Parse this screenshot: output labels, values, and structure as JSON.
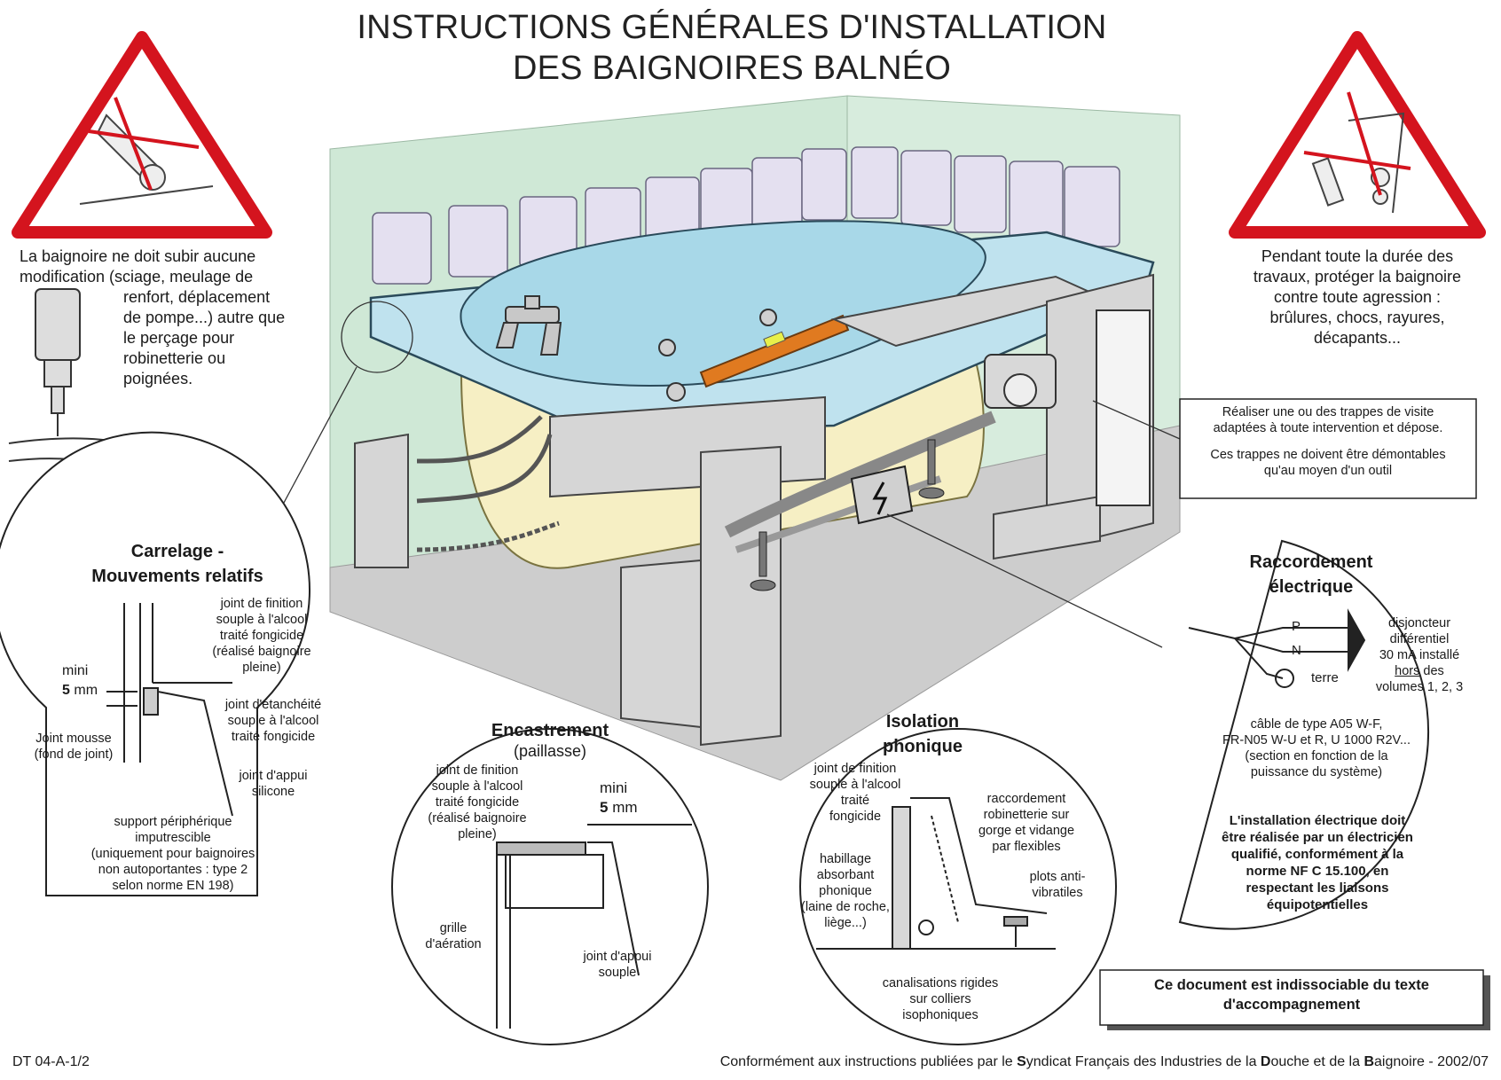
{
  "title": {
    "line1": "INSTRUCTIONS GÉNÉRALES D'INSTALLATION",
    "line2": "DES BAIGNOIRES BALNÉO"
  },
  "warning_left": {
    "line1": "La baignoire ne doit subir aucune",
    "line2": "modification (sciage, meulage de",
    "line3": "renfort, déplacement",
    "line4": "de pompe...) autre que",
    "line5": "le perçage pour",
    "line6": "robinetterie ou",
    "line7": "poignées."
  },
  "warning_right": {
    "line1": "Pendant toute la durée des",
    "line2": "travaux, protéger la baignoire",
    "line3": "contre toute agression :",
    "line4": "brûlures, chocs, rayures,",
    "line5": "décapants..."
  },
  "trappes_box": {
    "line1": "Réaliser une ou des trappes de visite",
    "line2": "adaptées à toute intervention et dépose.",
    "line3": "Ces trappes ne doivent être démontables",
    "line4": "qu'au moyen d'un outil"
  },
  "carrelage": {
    "title1": "Carrelage -",
    "title2": "Mouvements relatifs",
    "finition1": "joint de finition",
    "finition2": "souple à l'alcool",
    "finition3": "traité fongicide",
    "finition4": "(réalisé baignoire",
    "finition5": "pleine)",
    "mini": "mini",
    "mini_value": "5",
    "mini_unit": "mm",
    "etancheite1": "joint d'étanchéité",
    "etancheite2": "souple à l'alcool",
    "etancheite3": "traité fongicide",
    "mousse1": "Joint mousse",
    "mousse2": "(fond de joint)",
    "appui1": "joint d'appui",
    "appui2": "silicone",
    "support1": "support périphérique",
    "support2": "imputrescible",
    "support3": "(uniquement pour baignoires",
    "support4": "non autoportantes : type 2",
    "support5": "selon norme EN 198)"
  },
  "encastrement": {
    "title1": "Encastrement",
    "title2": "(paillasse)",
    "finition1": "joint de finition",
    "finition2": "souple à l'alcool",
    "finition3": "traité fongicide",
    "finition4": "(réalisé baignoire",
    "finition5": "pleine)",
    "mini": "mini",
    "mini_value": "5",
    "mini_unit": "mm",
    "grille1": "grille",
    "grille2": "d'aération",
    "appui1": "joint d'appui",
    "appui2": "souple"
  },
  "isolation": {
    "title1": "Isolation",
    "title2": "phonique",
    "finition1": "joint de finition",
    "finition2": "souple à l'alcool",
    "finition3": "traité",
    "finition4": "fongicide",
    "raccord1": "raccordement",
    "raccord2": "robinetterie sur",
    "raccord3": "gorge et vidange",
    "raccord4": "par flexibles",
    "habillage1": "habillage",
    "habillage2": "absorbant",
    "habillage3": "phonique",
    "habillage4": "(laine de roche,",
    "habillage5": "liège...)",
    "plots1": "plots anti-",
    "plots2": "vibratiles",
    "canal1": "canalisations rigides",
    "canal2": "sur colliers",
    "canal3": "isophoniques"
  },
  "electrique": {
    "title1": "Raccordement",
    "title2": "électrique",
    "p": "P",
    "n": "N",
    "terre": "terre",
    "disj1": "disjoncteur",
    "disj2": "différentiel",
    "disj3": "30 mA installé",
    "disj4a": "hors",
    "disj4b": " des",
    "disj5": "volumes 1, 2, 3",
    "cable1": "câble de type A05 W-F,",
    "cable2": "FR-N05 W-U et R, U 1000 R2V...",
    "cable3": "(section en fonction de la",
    "cable4": "puissance du système)",
    "install1": "L'installation électrique doit",
    "install2": "être réalisée par un électricien",
    "install3": "qualifié, conformément à la",
    "install4": "norme NF C 15.100, en",
    "install5": "respectant les liaisons",
    "install6": "équipotentielles"
  },
  "doc_box": {
    "line1": "Ce document est indissociable du texte",
    "line2": "d'accompagnement"
  },
  "footer": {
    "ref": "DT 04-A-1/2",
    "pre": "Conformément aux instructions publiées par le ",
    "s": "S",
    "mid1": "yndicat Français des Industries de la ",
    "d": "D",
    "mid2": "ouche et de la ",
    "b": "B",
    "post": "aignoire - 2002/07"
  },
  "colors": {
    "wall": "#cfe8d6",
    "floor": "#cfcfcf",
    "water": "#b9e2ef",
    "tile": "#e6e2f2",
    "tub_under": "#f6efc4",
    "warning_red": "#d4141e",
    "level_orange": "#e07a20"
  }
}
